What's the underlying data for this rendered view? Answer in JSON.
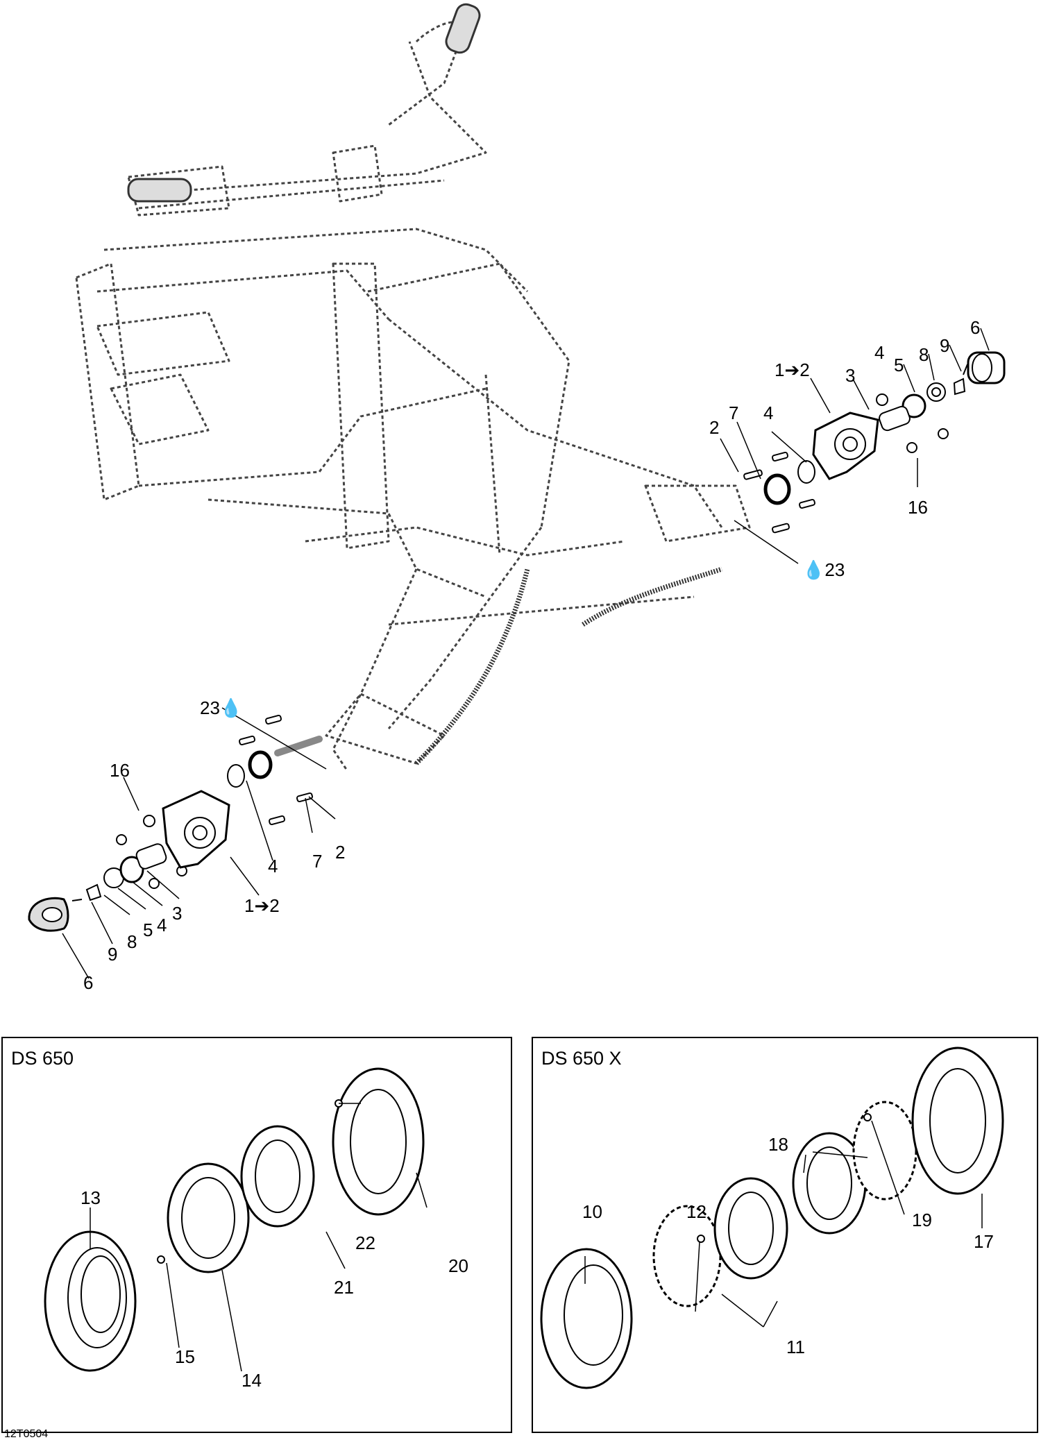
{
  "labels": {
    "upper_right": {
      "l6": "6",
      "l9": "9",
      "l8": "8",
      "l5": "5",
      "l4a": "4",
      "l3": "3",
      "l1to2": "1➔2",
      "l7": "7",
      "l4b": "4",
      "l2": "2",
      "l16": "16",
      "l23": "23"
    },
    "lower_left": {
      "l23": "23",
      "l16": "16",
      "l4": "4",
      "l7": "7",
      "l2": "2",
      "l1to2": "1➔2",
      "l3": "3",
      "l4b": "4",
      "l5": "5",
      "l8": "8",
      "l9": "9",
      "l6": "6"
    },
    "ds650": {
      "title": "DS 650",
      "l13": "13",
      "l22": "22",
      "l20": "20",
      "l21": "21",
      "l15": "15",
      "l14": "14"
    },
    "ds650x": {
      "title": "DS 650 X",
      "l18": "18",
      "l10": "10",
      "l12": "12",
      "l19": "19",
      "l17": "17",
      "l11": "11"
    }
  },
  "reference_code": "12T0504",
  "colors": {
    "line": "#000000",
    "dashed_frame": "#555555",
    "background": "#ffffff"
  }
}
